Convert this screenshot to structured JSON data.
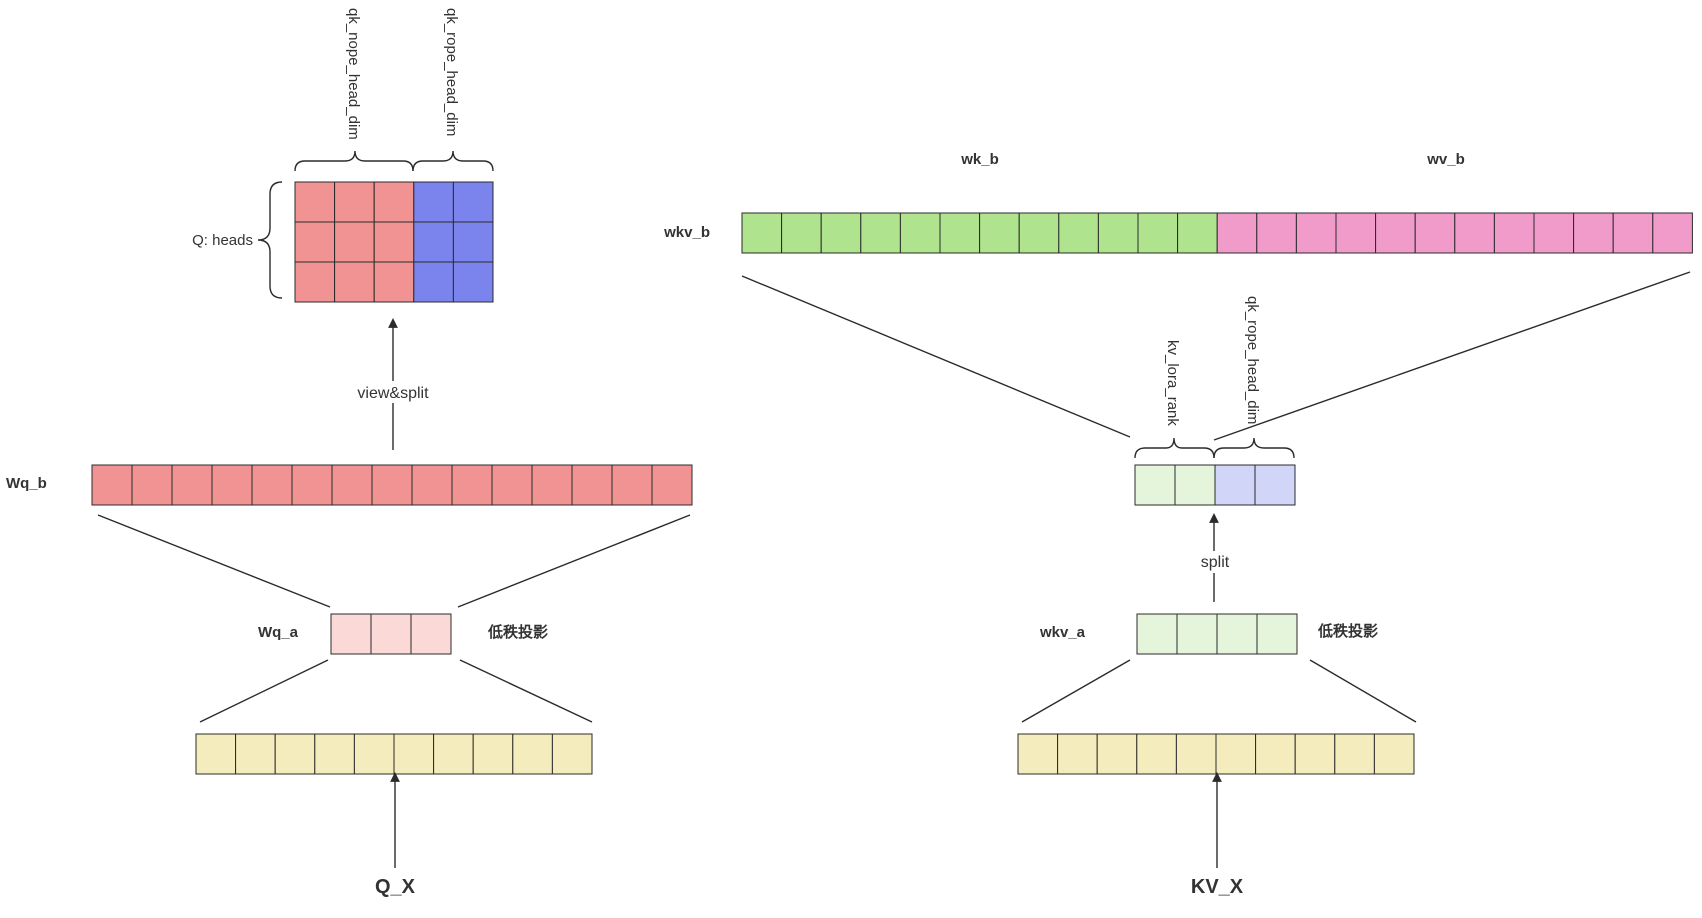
{
  "colors": {
    "q_red": "#f19393",
    "q_blue": "#7b83ec",
    "pale_red": "#fad9d7",
    "yellow": "#f5ecbd",
    "green": "#afe38d",
    "pink": "#f19bcb",
    "pale_green": "#e4f5dc",
    "pale_blue": "#d1d5f7"
  },
  "left": {
    "q_heads_label": "Q: heads",
    "nope_label": "qk_nope_head_dim",
    "rope_label": "qk_rope_head_dim",
    "view_split_label": "view&split",
    "wq_b_label": "Wq_b",
    "wq_a_label": "Wq_a",
    "low_rank_label": "低秩投影",
    "input_label": "Q_X"
  },
  "right": {
    "wk_b_label": "wk_b",
    "wv_b_label": "wv_b",
    "wkv_b_label": "wkv_b",
    "kv_lora_rank_label": "kv_lora_rank",
    "rope_label": "qk_rope_head_dim",
    "split_label": "split",
    "wkv_a_label": "wkv_a",
    "low_rank_label": "低秩投影",
    "input_label": "KV_X"
  }
}
